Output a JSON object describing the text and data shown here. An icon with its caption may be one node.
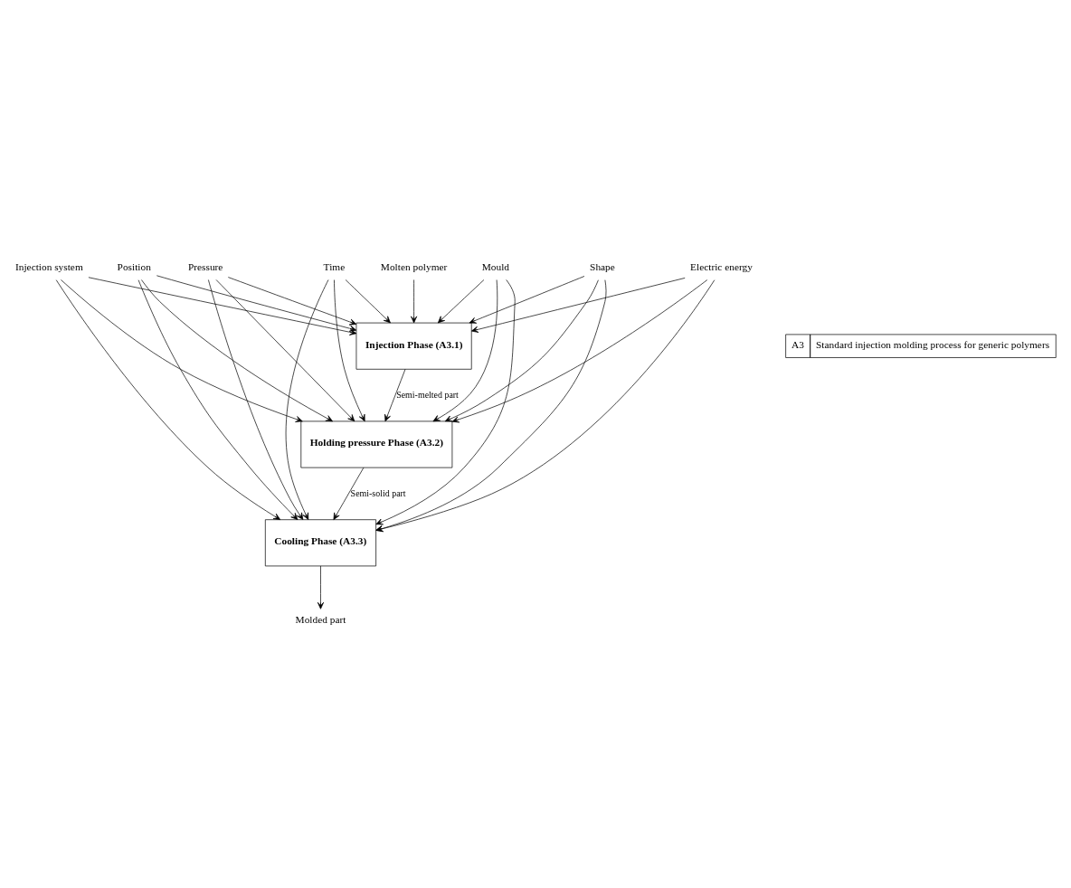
{
  "diagram": {
    "nodes": [
      {
        "text": [
          "Injection Phase (A3.1)"
        ]
      },
      {
        "text": [
          "Holding pressure Phase (A3.2)"
        ]
      },
      {
        "text": [
          "Cooling Phase (A3.3)"
        ]
      },
      {
        "text": [
          "Time"
        ]
      },
      {
        "text": [
          "Position"
        ]
      },
      {
        "text": [
          "Pressure"
        ]
      },
      {
        "text": [
          "Shape"
        ]
      },
      {
        "text": [
          "Molten polymer"
        ]
      },
      {
        "text": [
          "Molded part"
        ]
      },
      {
        "text": [
          "Mould"
        ]
      },
      {
        "text": [
          "Injection system"
        ]
      },
      {
        "text": [
          "Electric energy"
        ]
      }
    ],
    "edges": [
      {
        "from": 3,
        "to": 0,
        "arrow": "to"
      },
      {
        "from": 3,
        "to": 1,
        "arrow": "to"
      },
      {
        "from": 3,
        "to": 2,
        "arrow": "to"
      },
      {
        "from": 4,
        "to": 0,
        "arrow": "to"
      },
      {
        "from": 4,
        "to": 1,
        "arrow": "to"
      },
      {
        "from": 4,
        "to": 2,
        "arrow": "to"
      },
      {
        "from": 5,
        "to": 0,
        "arrow": "to"
      },
      {
        "from": 5,
        "to": 1,
        "arrow": "to"
      },
      {
        "from": 5,
        "to": 2,
        "arrow": "to"
      },
      {
        "from": 6,
        "to": 0,
        "arrow": "to"
      },
      {
        "from": 6,
        "to": 1,
        "arrow": "to"
      },
      {
        "from": 6,
        "to": 2,
        "arrow": "to"
      },
      {
        "from": 7,
        "to": 0,
        "arrow": "to"
      },
      {
        "from": 0,
        "to": 1,
        "arrow": "to",
        "label": "Semi-melted part"
      },
      {
        "from": 1,
        "to": 2,
        "arrow": "to",
        "label": "Semi-solid part"
      },
      {
        "from": 2,
        "to": 8,
        "arrow": "to"
      },
      {
        "from": 9,
        "to": 0,
        "arrow": "to"
      },
      {
        "from": 9,
        "to": 1,
        "arrow": "to"
      },
      {
        "from": 9,
        "to": 2,
        "arrow": "to"
      },
      {
        "from": 10,
        "to": 0,
        "arrow": "to"
      },
      {
        "from": 10,
        "to": 1,
        "arrow": "to"
      },
      {
        "from": 10,
        "to": 2,
        "arrow": "to"
      },
      {
        "from": 11,
        "to": 0,
        "arrow": "to"
      },
      {
        "from": 11,
        "to": 1,
        "arrow": "to"
      },
      {
        "from": 11,
        "to": 2,
        "arrow": "to"
      }
    ],
    "labels": [
      "A3",
      "Standard injection molding process for generic polymers"
    ]
  }
}
